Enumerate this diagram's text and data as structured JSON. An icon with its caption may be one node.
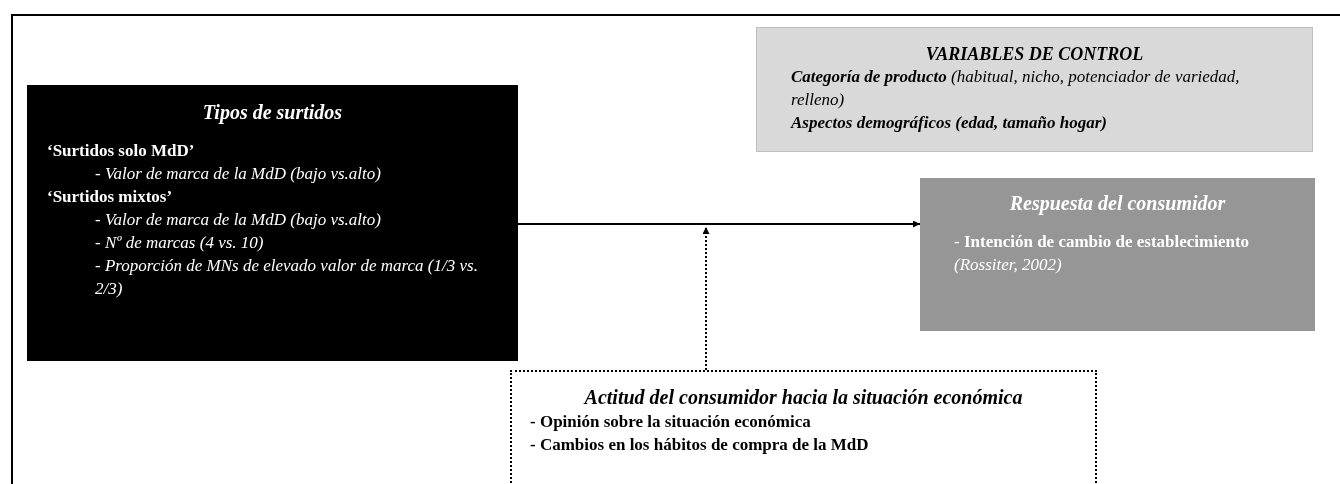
{
  "diagram": {
    "nodes": [
      {
        "text": [
          "Tipos de surtidos",
          "‘Surtidos solo MdD’",
          "- Valor de marca de la MdD (bajo vs.alto)",
          "‘Surtidos mixtos’",
          "- Valor de marca de la MdD (bajo vs.alto)",
          "- Nº de marcas (4 vs. 10)",
          "- Proporción de MNs de elevado valor de marca (1/3 vs. 2/3)"
        ]
      },
      {
        "text": [
          "VARIABLES DE CONTROL",
          "**Categoría de producto** (habitual, nicho, potenciador de variedad, relleno)",
          "Aspectos demográficos (edad, tamaño hogar)"
        ]
      },
      {
        "text": [
          "Respuesta del consumidor",
          "- **Intención de cambio de establecimiento** *(Rossiter, 2002)*"
        ]
      },
      {
        "text": [
          "Actitud del consumidor hacia la situación económica",
          "- Opinión sobre la situación económica",
          "- Cambios en los hábitos de compra de la MdD"
        ]
      }
    ],
    "edges": [
      {
        "from": 0,
        "to": 2,
        "arrow": "to"
      },
      {
        "from": 3,
        "to": null,
        "arrow": "to",
        "style": "dashed"
      }
    ]
  }
}
